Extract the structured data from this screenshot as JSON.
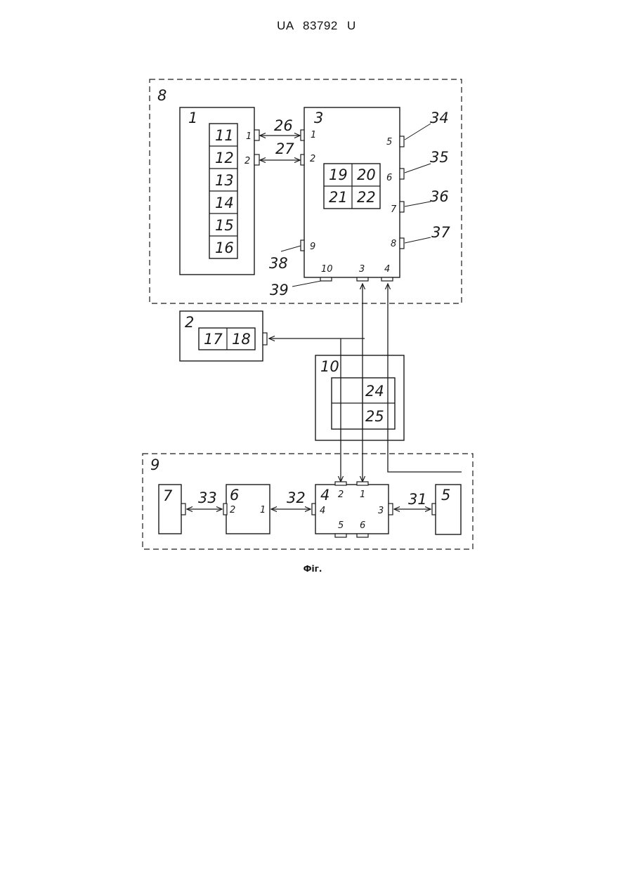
{
  "header": {
    "text": "UA   83792   U"
  },
  "caption": {
    "text": "Фіг."
  },
  "groups": {
    "g8": "8",
    "g9": "9"
  },
  "blocks": {
    "b1": "1",
    "b2": "2",
    "b3": "3",
    "b4": "4",
    "b5": "5",
    "b6": "6",
    "b7": "7",
    "b10": "10"
  },
  "cells": {
    "c11": "11",
    "c12": "12",
    "c13": "13",
    "c14": "14",
    "c15": "15",
    "c16": "16",
    "c17": "17",
    "c18": "18",
    "c19": "19",
    "c20": "20",
    "c21": "21",
    "c22": "22",
    "c24": "24",
    "c25": "25"
  },
  "links": {
    "l26": "26",
    "l27": "27",
    "l31": "31",
    "l32": "32",
    "l33": "33",
    "l34": "34",
    "l35": "35",
    "l36": "36",
    "l37": "37",
    "l38": "38",
    "l39": "39"
  },
  "ports": {
    "b1_p1": "1",
    "b1_p2": "2",
    "b3_p1": "1",
    "b3_p2": "2",
    "b3_p3": "3",
    "b3_p4": "4",
    "b3_p5": "5",
    "b3_p6": "6",
    "b3_p7": "7",
    "b3_p8": "8",
    "b3_p9": "9",
    "b3_p10": "10",
    "b4_p1": "1",
    "b4_p2": "2",
    "b4_p3": "3",
    "b4_p4": "4",
    "b4_p5": "5",
    "b4_p6": "6",
    "b6_p1": "1",
    "b6_p2": "2"
  },
  "colors": {
    "ink": "#1a1a1a",
    "paper": "#ffffff"
  }
}
